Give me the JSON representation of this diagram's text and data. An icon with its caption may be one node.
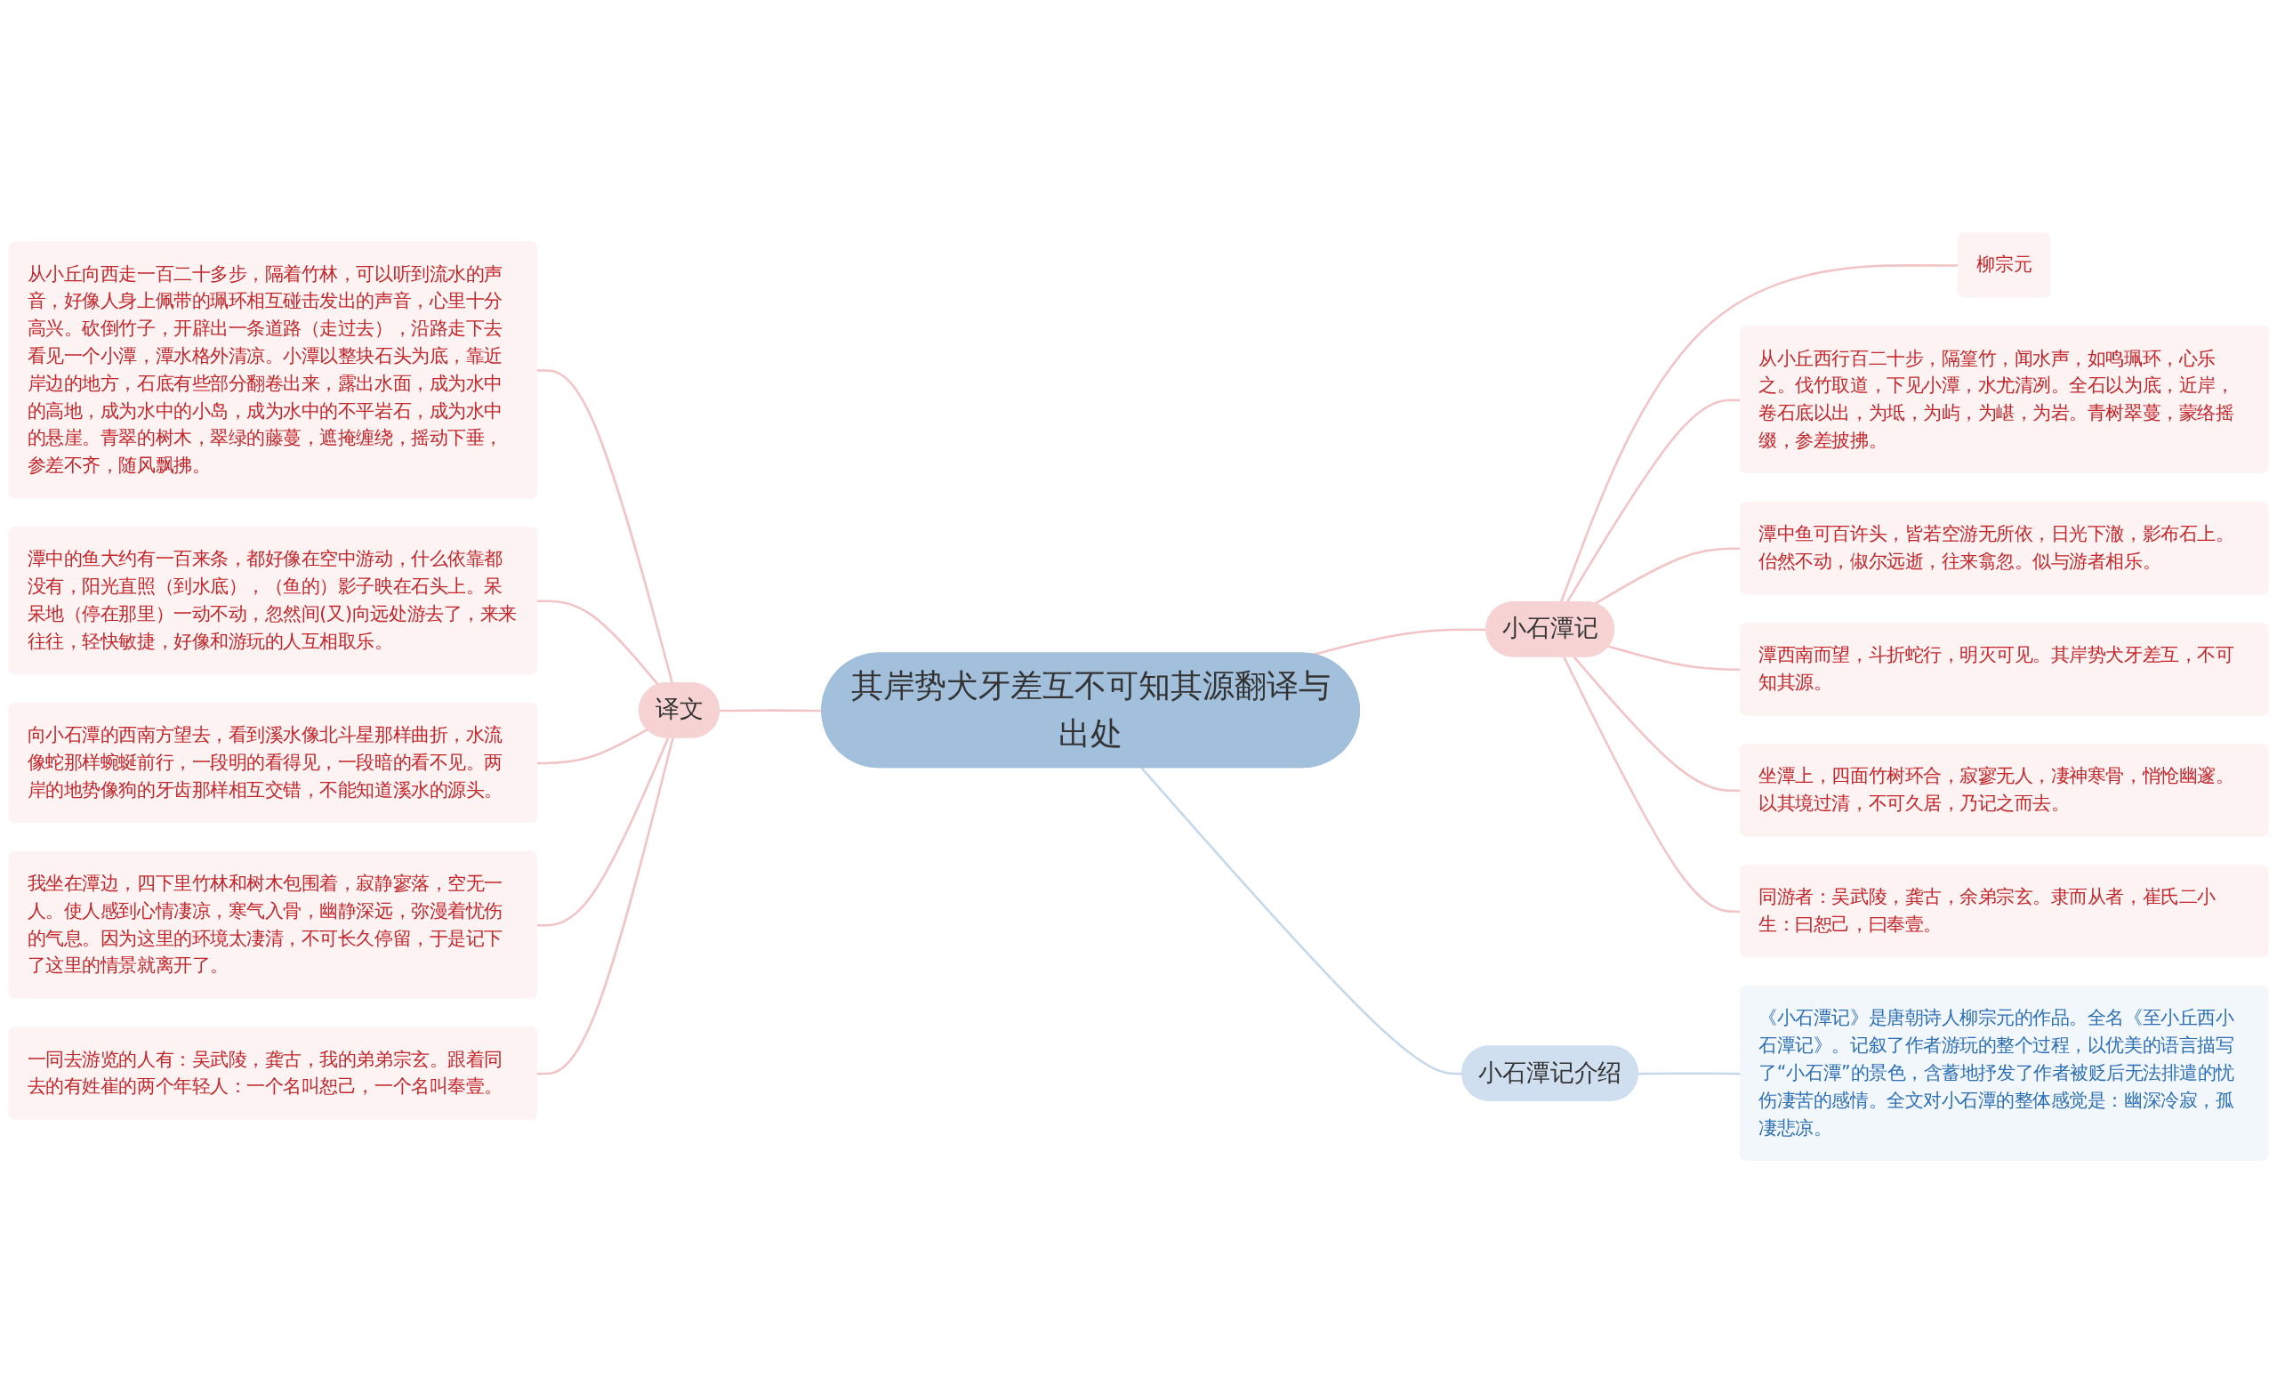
{
  "diagram": {
    "nodes": [
      {
        "text": [
          "其岸势犬牙差互不可知其源翻译与出处"
        ]
      },
      {
        "text": [
          "译文"
        ]
      },
      {
        "text": [
          "从小丘向西走一百二十多步，隔着竹林，可以听到流水的声音，好像人身上佩带的珮环相互碰击发出的声音，心里十分高兴。砍倒竹子，开辟出一条道路（走过去），沿路走下去看见一个小潭，潭水格外清凉。小潭以整块石头为底，靠近岸边的地方，石底有些部分翻卷出来，露出水面，成为水中的高地，成为水中的小岛，成为水中的不平岩石，成为水中的悬崖。青翠的树木，翠绿的藤蔓，遮掩缠绕，摇动下垂，参差不齐，随风飘拂。"
        ]
      },
      {
        "text": [
          "潭中的鱼大约有一百来条，都好像在空中游动，什么依靠都没有，阳光直照（到水底），（鱼的）影子映在石头上。呆呆地（停在那里）一动不动，忽然间(又)向远处游去了，来来往往，轻快敏捷，好像和游玩的人互相取乐。"
        ]
      },
      {
        "text": [
          "向小石潭的西南方望去，看到溪水像北斗星那样曲折，水流像蛇那样蜿蜒前行，一段明的看得见，一段暗的看不见。两岸的地势像狗的牙齿那样相互交错，不能知道溪水的源头。"
        ]
      },
      {
        "text": [
          "我坐在潭边，四下里竹林和树木包围着，寂静寥落，空无一人。使人感到心情凄凉，寒气入骨，幽静深远，弥漫着忧伤的气息。因为这里的环境太凄清，不可长久停留，于是记下了这里的情景就离开了。"
        ]
      },
      {
        "text": [
          "一同去游览的人有：吴武陵，龚古，我的弟弟宗玄。跟着同去的有姓崔的两个年轻人：一个名叫恕己，一个名叫奉壹。"
        ]
      },
      {
        "text": [
          "小石潭记"
        ]
      },
      {
        "text": [
          "柳宗元"
        ]
      },
      {
        "text": [
          "从小丘西行百二十步，隔篁竹，闻水声，如鸣珮环，心乐之。伐竹取道，下见小潭，水尤清冽。全石以为底，近岸，卷石底以出，为坻，为屿，为嵁，为岩。青树翠蔓，蒙络摇缀，参差披拂。"
        ]
      },
      {
        "text": [
          "潭中鱼可百许头，皆若空游无所依，日光下澈，影布石上。佁然不动，俶尔远逝，往来翕忽。似与游者相乐。"
        ]
      },
      {
        "text": [
          "潭西南而望，斗折蛇行，明灭可见。其岸势犬牙差互，不可知其源。"
        ]
      },
      {
        "text": [
          "坐潭上，四面竹树环合，寂寥无人，凄神寒骨，悄怆幽邃。以其境过清，不可久居，乃记之而去。"
        ]
      },
      {
        "text": [
          "同游者：吴武陵，龚古，余弟宗玄。隶而从者，崔氏二小生：曰恕己，曰奉壹。"
        ]
      },
      {
        "text": [
          "小石潭记介绍"
        ]
      },
      {
        "text": [
          "《小石潭记》是唐朝诗人柳宗元的作品。全名《至小丘西小石潭记》。记叙了作者游玩的整个过程，以优美的语言描写了“小石潭”的景色，含蓄地抒发了作者被贬后无法排遣的忧伤凄苦的感情。全文对小石潭的整体感觉是：幽深冷寂，孤凄悲凉。"
        ]
      }
    ],
    "edges": [
      {
        "from": 1,
        "to": 0,
        "arrow": "none"
      },
      {
        "from": 2,
        "to": 1,
        "arrow": "none"
      },
      {
        "from": 3,
        "to": 1,
        "arrow": "none"
      },
      {
        "from": 4,
        "to": 1,
        "arrow": "none"
      },
      {
        "from": 5,
        "to": 1,
        "arrow": "none"
      },
      {
        "from": 6,
        "to": 1,
        "arrow": "none"
      },
      {
        "from": 0,
        "to": 7,
        "arrow": "none"
      },
      {
        "from": 7,
        "to": 8,
        "arrow": "none"
      },
      {
        "from": 7,
        "to": 9,
        "arrow": "none"
      },
      {
        "from": 7,
        "to": 10,
        "arrow": "none"
      },
      {
        "from": 7,
        "to": 11,
        "arrow": "none"
      },
      {
        "from": 7,
        "to": 12,
        "arrow": "none"
      },
      {
        "from": 7,
        "to": 13,
        "arrow": "none"
      },
      {
        "from": 0,
        "to": 14,
        "arrow": "none",
        "color": "#c5d8ea"
      },
      {
        "from": 14,
        "to": 15,
        "arrow": "none",
        "color": "#c5d8ea"
      }
    ]
  }
}
